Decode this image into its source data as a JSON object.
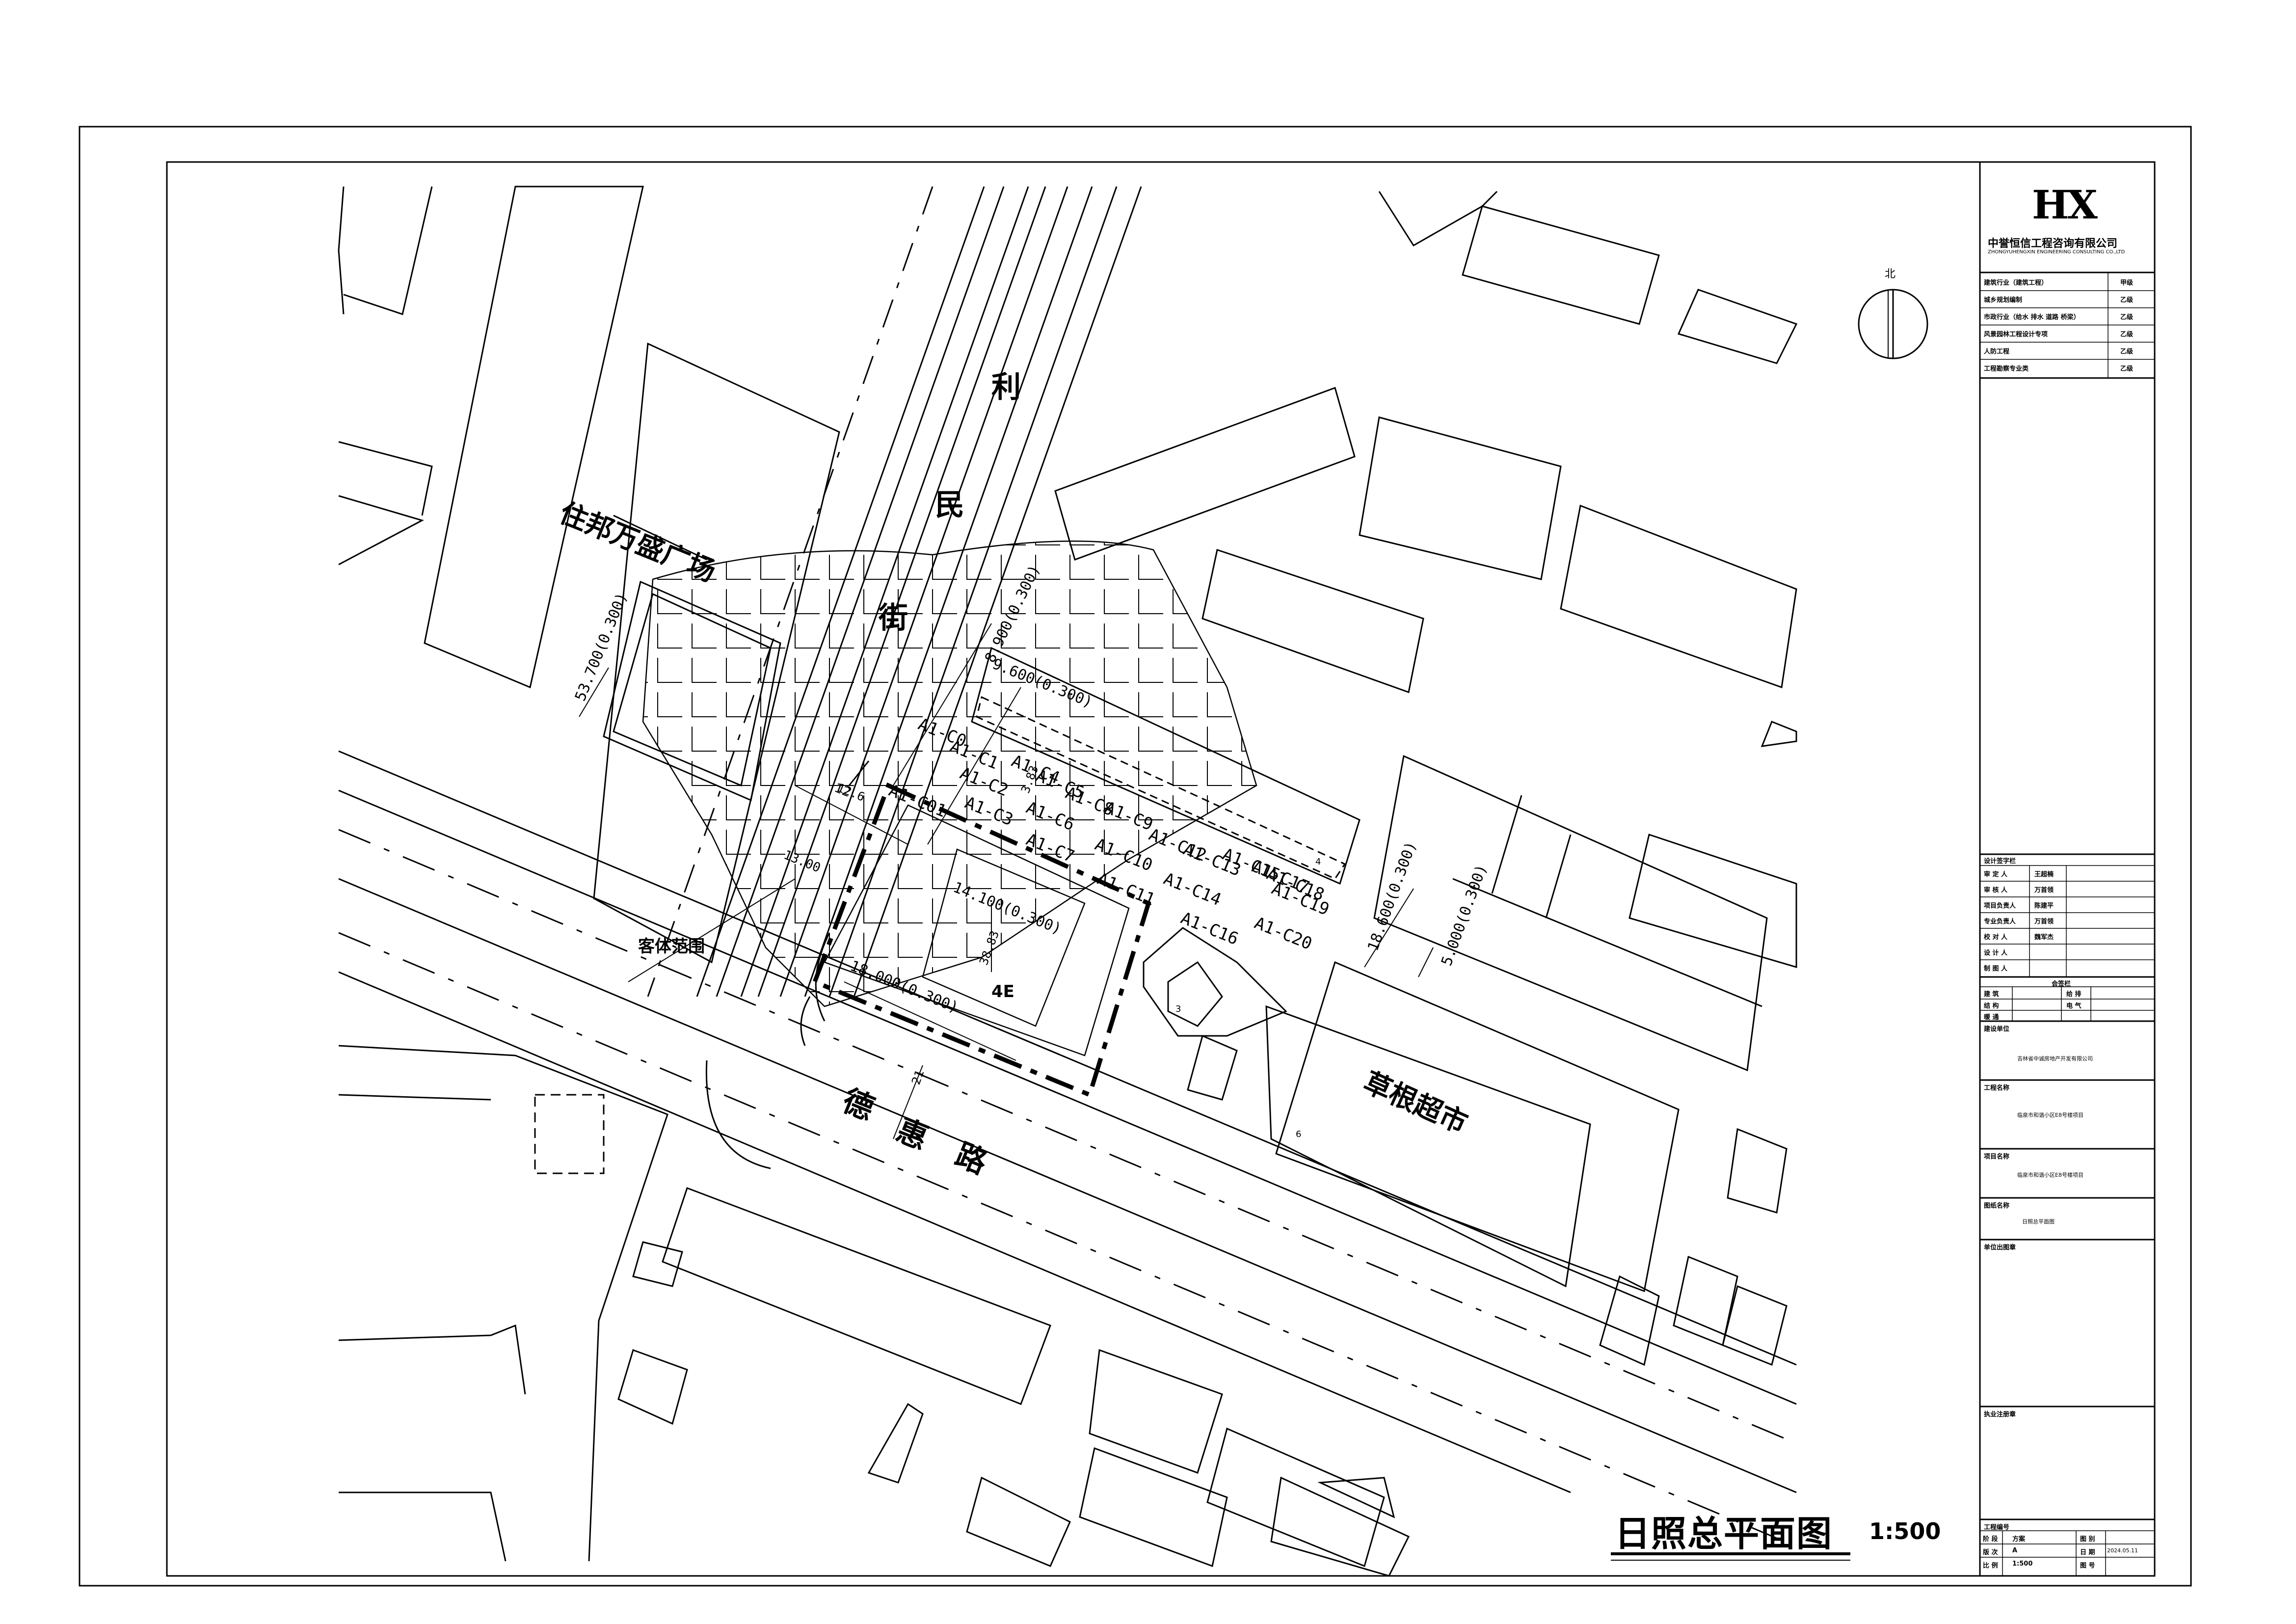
{
  "drawing": {
    "title": "日照总平面图",
    "scale": "1:500"
  },
  "map_labels": {
    "plaza": "住邦万盛广场",
    "street_char_1": "利",
    "street_char_2": "民",
    "street_char_3": "街",
    "road_char_1": "德",
    "road_char_2": "惠",
    "road_char_3": "路",
    "supermarket": "草根超市",
    "guest_range": "客体范围",
    "north_mark": "北",
    "floor_tag": "4E",
    "small_3": "3",
    "small_6": "6",
    "small_4": "4",
    "num_12": "12",
    "num_21": "21"
  },
  "dimensions": {
    "d1": "53.700(0.300)",
    "d2": "8.900(0.300)",
    "d3": "9.600(0.300)",
    "d4": "14.100(0.300)",
    "d5": "18.000(0.300)",
    "d6": "18.600(0.300)",
    "d7": "5.000(0.300)",
    "d8": "13.00",
    "d9": "12.6",
    "d10": "38.83",
    "d11": "3.83"
  },
  "points": [
    "A1-C01",
    "A1-C0",
    "A1-C1",
    "A1-C2",
    "A1-C3",
    "A1-C4",
    "A1-C5",
    "A1-C6",
    "A1-C7",
    "A1-C8",
    "A1-C9",
    "A1-C10",
    "A1-C11",
    "A1-C12",
    "A1-C13",
    "A1-C14",
    "A1-C15",
    "A1-C16",
    "A1-C17",
    "A1-C18",
    "A1-C19",
    "A1-C20"
  ],
  "company": {
    "name_cn": "中誉恒信工程咨询有限公司",
    "name_en": "ZHONGYUHENGXIN ENGINEERING CONSULTING CO.,LTD"
  },
  "qualifications": [
    {
      "label": "建筑行业（建筑工程）",
      "grade": "甲级"
    },
    {
      "label": "城乡规划编制",
      "grade": "乙级"
    },
    {
      "label": "市政行业（给水 排水 道路 桥梁）",
      "grade": "乙级"
    },
    {
      "label": "风景园林工程设计专项",
      "grade": "乙级"
    },
    {
      "label": "人防工程",
      "grade": "乙级"
    },
    {
      "label": "工程勘察专业类",
      "grade": "乙级"
    }
  ],
  "signoff": {
    "header": "设计签字栏",
    "rows": [
      {
        "role": "审 定 人",
        "name": "王超楠"
      },
      {
        "role": "审 核 人",
        "name": "万首领"
      },
      {
        "role": "项目负责人",
        "name": "陈建平"
      },
      {
        "role": "专业负责人",
        "name": "万首领"
      },
      {
        "role": "校 对 人",
        "name": "魏军杰"
      },
      {
        "role": "设 计 人",
        "name": ""
      },
      {
        "role": "制 图 人",
        "name": ""
      }
    ],
    "countersign_header": "会签栏",
    "countersign": [
      {
        "a": "建 筑",
        "b": "",
        "c": "给 排",
        "d": ""
      },
      {
        "a": "结 构",
        "b": "",
        "c": "电 气",
        "d": ""
      },
      {
        "a": "暖 通",
        "b": "",
        "c": "",
        "d": ""
      }
    ]
  },
  "project": {
    "client_label": "建设单位",
    "client": "吉林省中诚房地产开发有限公司",
    "project_label": "工程名称",
    "project": "临泉市和谐小区E8号楼项目",
    "item_label": "项目名称",
    "item": "临泉市和谐小区E8号楼项目",
    "drawing_label": "图纸名称",
    "drawing": "日照总平面图",
    "stamp_label": "单位出图章",
    "reg_stamp_label": "执业注册章"
  },
  "info": {
    "header": "工程编号",
    "rows": [
      {
        "k1": "阶 段",
        "v1": "方案",
        "k2": "图 别",
        "v2": ""
      },
      {
        "k1": "版 次",
        "v1": "A",
        "k2": "日 期",
        "v2": "2024.05.11"
      },
      {
        "k1": "比 例",
        "v1": "1:500",
        "k2": "图 号",
        "v2": ""
      }
    ]
  },
  "logo_text": "HX"
}
